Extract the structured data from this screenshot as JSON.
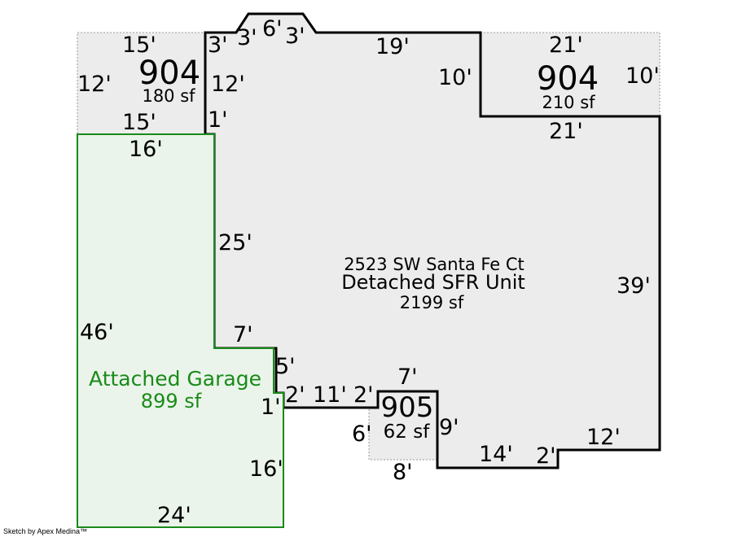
{
  "colors": {
    "room_fill": "#ececec",
    "garage_fill": "#eaf4ea",
    "garage_stroke": "#1a8a1a",
    "outline": "#000000"
  },
  "main": {
    "address": "2523 SW Santa Fe Ct",
    "name": "Detached SFR Unit",
    "area": "2199 sf"
  },
  "garage": {
    "name": "Attached Garage",
    "area": "899 sf"
  },
  "area_left": {
    "code": "904",
    "area": "180 sf"
  },
  "area_right": {
    "code": "904",
    "area": "210 sf"
  },
  "area_small": {
    "code": "905",
    "area": "62 sf"
  },
  "dims": {
    "left_top": "15'",
    "left_side": "12'",
    "left_bottom": "15'",
    "wall_3a": "3'",
    "bay_3a": "3'",
    "bay_6": "6'",
    "bay_3b": "3'",
    "wall_12": "12'",
    "wall_1": "1'",
    "top_19": "19'",
    "right_10a": "10'",
    "right_top": "21'",
    "right_10b": "10'",
    "right_bottom": "21'",
    "garage_top": "16'",
    "garage_25": "25'",
    "garage_46": "46'",
    "garage_7": "7'",
    "garage_5": "5'",
    "garage_1": "1'",
    "garage_16": "16'",
    "garage_24": "24'",
    "step_2a": "2'",
    "step_11": "11'",
    "step_2b": "2'",
    "small_7": "7'",
    "small_6": "6'",
    "small_9": "9'",
    "small_8": "8'",
    "bottom_14": "14'",
    "bottom_2": "2'",
    "bottom_12": "12'",
    "right_39": "39'"
  },
  "credit": "Sketch by Apex Medina™"
}
